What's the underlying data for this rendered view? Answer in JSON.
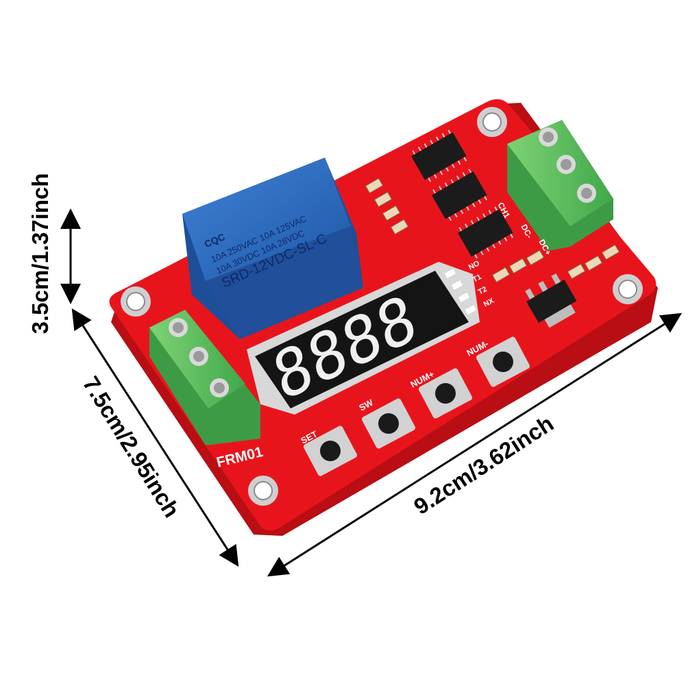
{
  "dimensions": {
    "height_label": "3.5cm/1.37inch",
    "depth_label": "7.5cm/2.95inch",
    "width_label": "9.2cm/3.62inch"
  },
  "board": {
    "model_label": "FRM01",
    "pcb_color": "#e8141c",
    "display_digits": "8888",
    "buttons": [
      "SET",
      "SW",
      "NUM+",
      "NUM-"
    ],
    "indicators": [
      "NO",
      "T1",
      "T2",
      "NX"
    ],
    "right_terminal_labels": [
      "CH1",
      "DC-",
      "DC+"
    ],
    "relay": {
      "color": "#2f6fc2",
      "line1": "10A 250VAC  10A 125VAC",
      "line2": "10A 30VDC  10A 28VDC",
      "model": "SRD-12VDC-SL-C",
      "mark": "CQC"
    }
  }
}
